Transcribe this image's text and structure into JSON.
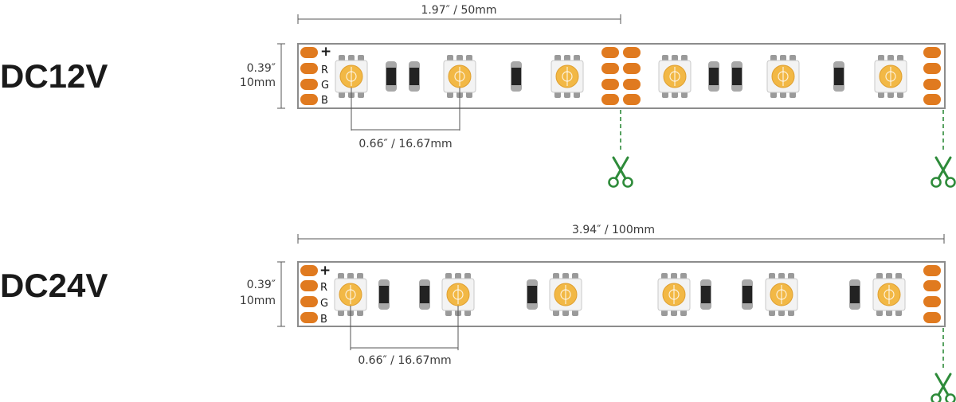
{
  "colors": {
    "pad": "#e07a1f",
    "led_yellow": "#f2b845",
    "led_body": "#f3f3f3",
    "strip_border": "#8c8c8c",
    "resistor": "#222222",
    "cut": "#2e8b3a",
    "dimension": "#555555"
  },
  "icons": {
    "cut_mark": "scissors-icon"
  },
  "strips": [
    {
      "voltage": "DC12V",
      "pin_labels": [
        "+",
        "R",
        "G",
        "B"
      ],
      "width_label_line1": "0.39″",
      "width_label_line2": "10mm",
      "segment_label": "1.97″ / 50mm",
      "pitch_label": "0.66″ / 16.67mm",
      "led_count": 6,
      "resistor_count": 6,
      "cut_marks": 2
    },
    {
      "voltage": "DC24V",
      "pin_labels": [
        "+",
        "R",
        "G",
        "B"
      ],
      "width_label_line1": "0.39″",
      "width_label_line2": "10mm",
      "segment_label": "3.94″ / 100mm",
      "pitch_label": "0.66″ / 16.67mm",
      "led_count": 6,
      "resistor_count": 6,
      "cut_marks": 1
    }
  ]
}
